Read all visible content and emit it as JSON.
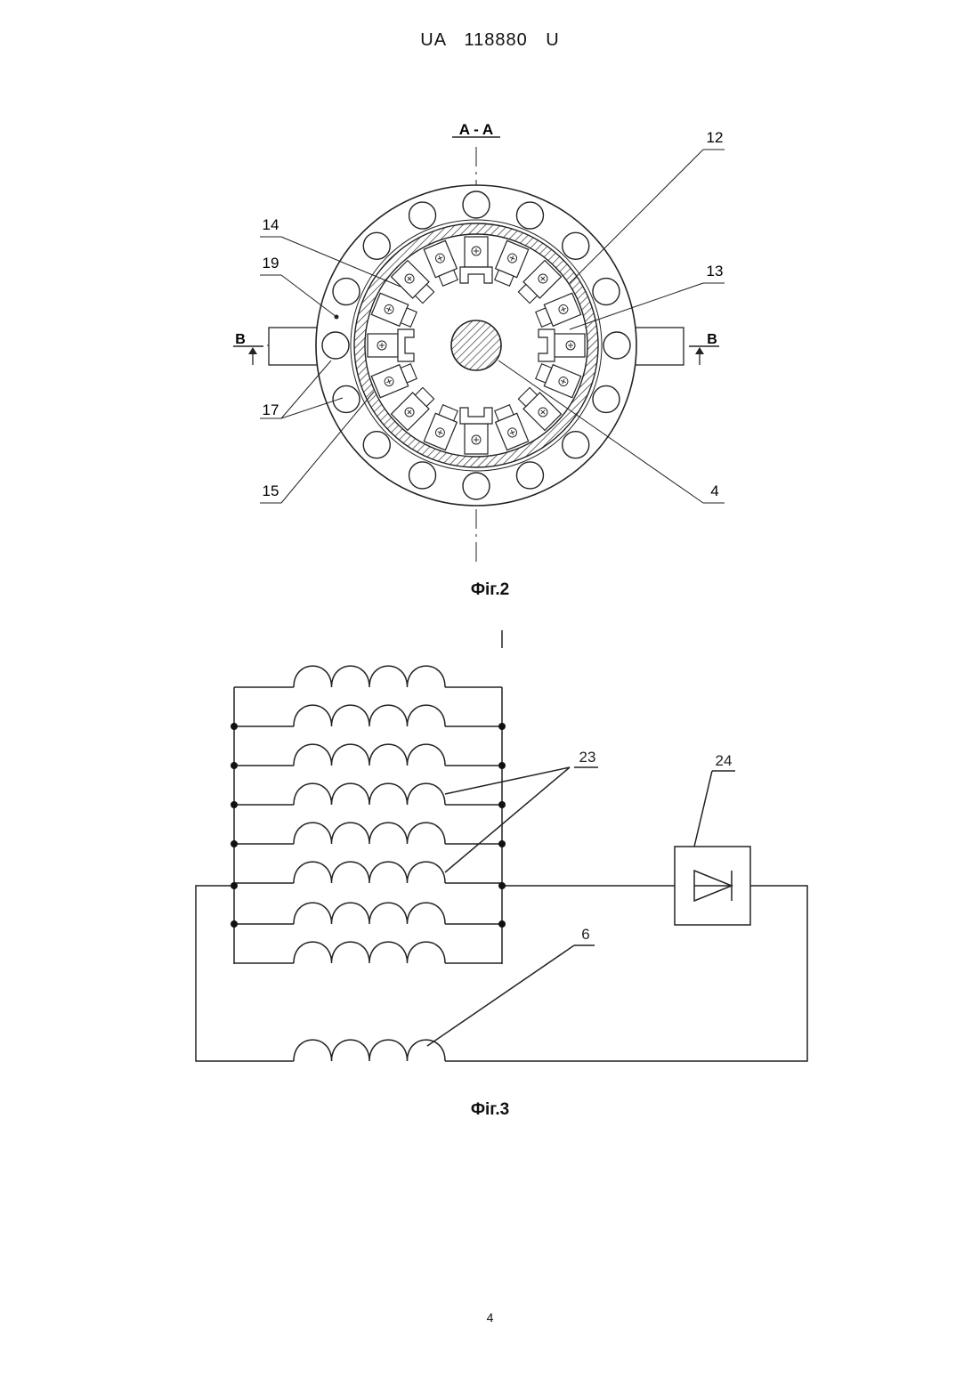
{
  "header": "UA   118880   U",
  "page_number": "4",
  "fig2": {
    "caption": "Фіг.2",
    "section_label": "A - A",
    "cut_label_left": "B",
    "cut_label_right": "B",
    "labels": [
      "12",
      "13",
      "14",
      "19",
      "17",
      "15",
      "4"
    ]
  },
  "fig3": {
    "caption": "Фіг.3",
    "labels": [
      "23",
      "24",
      "6"
    ]
  }
}
